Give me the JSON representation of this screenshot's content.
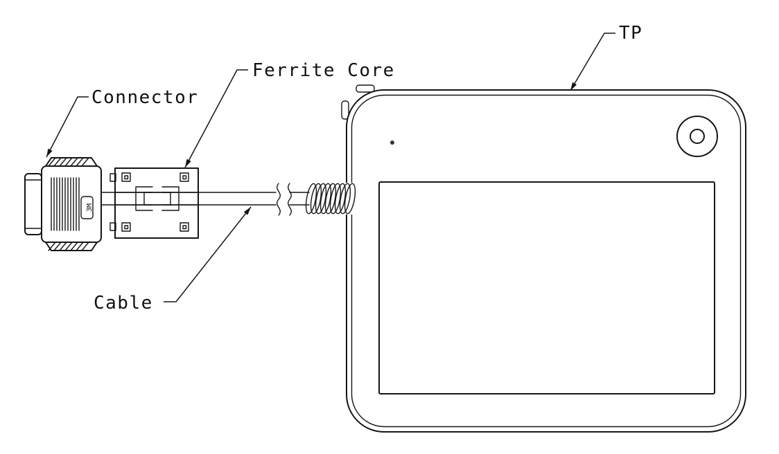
{
  "page": {
    "background_color": "#ffffff",
    "line_color": "#141414"
  },
  "diagram": {
    "labels": {
      "connector": "Connector",
      "ferrite_core": "Ferrite Core",
      "cable": "Cable",
      "tp": "TP",
      "connector_brand": "3M"
    }
  }
}
